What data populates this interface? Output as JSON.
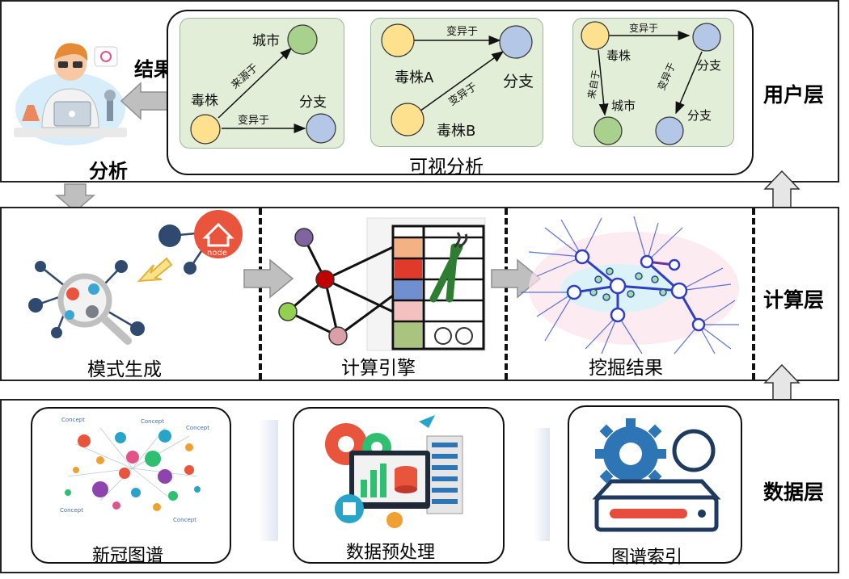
{
  "layers": {
    "user": "用户层",
    "compute": "计算层",
    "data": "数据层"
  },
  "user_layer": {
    "analysis_label": "分析",
    "result_label": "结果",
    "visual_analysis_label": "可视分析",
    "panel1": {
      "strain": "毒株",
      "city": "城市",
      "branch": "分支",
      "from": "来源于",
      "mutate": "变异于"
    },
    "panel2": {
      "strain_a": "毒株A",
      "strain_b": "毒株B",
      "branch": "分支",
      "mutate_top": "变异于",
      "mutate_diag": "变异于"
    },
    "panel3": {
      "strain": "毒株",
      "city": "城市",
      "branch_top": "分支",
      "branch_bottom": "分支",
      "mutate_top": "变异于",
      "from": "来自于",
      "mutate_diag": "变异于"
    }
  },
  "compute_layer": {
    "pattern": "模式生成",
    "engine": "计算引擎",
    "mining": "挖掘结果",
    "node_badge": "node"
  },
  "data_layer": {
    "covid_graph": "新冠图谱",
    "preprocess": "数据预处理",
    "graph_index": "图谱索引",
    "concept": "Concept"
  },
  "colors": {
    "strain_yellow": "#fde18f",
    "city_green": "#a9d18e",
    "branch_blue": "#b4c7e7",
    "panel_bg": "#e3eed8",
    "arrow_gray": "#bfbfbf",
    "gear_blue": "#2e75b6"
  }
}
